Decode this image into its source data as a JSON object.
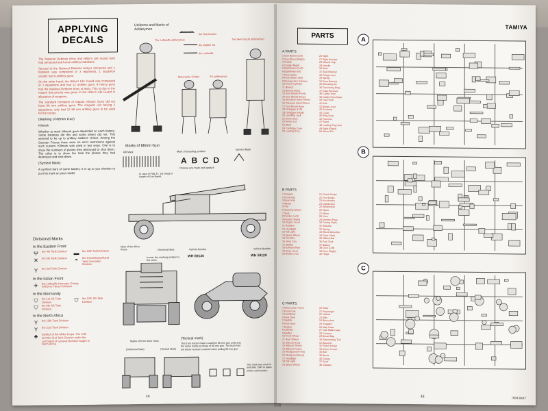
{
  "left_page": {
    "title": "APPLYING DECALS",
    "uniforms_heading": "Uniforms and Marks of Artillerymen",
    "figure_labels": {
      "luftwaffe_artilleryman": "The Luftwaffe artilleryman",
      "reichswehr": "the Reichswehr",
      "waffen_ss": "the Waffen SS",
      "luftwaffe": "the Luftwaffe",
      "wehrmacht": "The Wehrmacht artilleryman",
      "motorcycle_soldier": "Motorcycle Soldier",
      "ss_artilleryman": "SS artilleryman"
    },
    "body_paragraphs": [
      "The National Defense Army and Hitler's Life Guard both had armoured and horse artillery battalions.",
      "Several of the National Defense Army's armoured and 1 battalion was composed of 3 regiments, 1 squadron usually had 4 artillery guns.",
      "On the other hand, the Hitler's Life Guard was composed of 3 squadrons and had 12 artillery guns. 4 heavy guns had the National Defense Army at least. This is due to the reason that priority was given to the Hitler's Life Guard in allocation of weapons.",
      "The standard formation of regular Infantry Guns did not have 88 mm artillery guns. The irregular unit having 3 squadrons, only had 12 88 mm artillery guns to be used for the troops."
    ],
    "marking_heading": "(Marking of 88mm Gun)",
    "marking_sub": "Killmark",
    "marking_paragraphs": [
      "Whether to mark killmark gave depended on each battery. Some batteries did this and some others did not. This seemed to be up to artillery soldiers' choice. Among the German Forces there were no strict restrictions against such custom. Killmark was used in two ways. One is to show the numbers of planes they destroyed or shot down. The other is to show the total the planes they had destroyed and shot down."
    ],
    "symbol_heading": "(Symbol Mark)",
    "symbol_text": "A symbol mark of some battery. It is up to you whether to put this mark on your model.",
    "marks_heading": "Marks of 88mm Gun",
    "kill_mark": "Kill Mark",
    "shooting_pos": "Mark of shooting position",
    "symbol_mark": "Symbol Mark",
    "decal_letters": "A B C D",
    "choose_note": "Choose one mark and apply it.",
    "flak_note": "In case of Flak 37, 1st Decal in length of Gun Barrel.",
    "divisional_marks": "Divisional Marks",
    "africa_corps": "Mark of the Africa Korps",
    "divisional_mark": "Divisional Mark",
    "vehicle_number_1": "Vehicle Number",
    "vehicle_number_2": "Vehicle Number",
    "vehicle_plate_1": "WH-59120",
    "vehicle_plate_2": "WH 59120",
    "rear_note": "In rear, the marking position is the same.",
    "tactical_heading": "(Tactical mark)",
    "tactical_text": "The 8 ton tractor mark is used for 88 mm gun units and the same marks as those of 88 mm gun. The truck had the below numbers marked when pulling 88 mm gun.",
    "marks_8ton": "Marks of 8 ton Semi Track",
    "div_mark_label": "(Divisional Mark)",
    "tac_mark_label": "(Tactical Mark)",
    "decal_note": "This mark was used in and after 1943 in place of the Unit Number.",
    "page_number": "14",
    "fronts": [
      {
        "heading": "In the Eastern Front",
        "rows": [
          {
            "icon": "trident-icon",
            "label": "the 4th Tank Division",
            "icon2": "tank-icon",
            "label2": "the 24th Tank Division"
          },
          {
            "icon": "cross-icon",
            "label": "the 5th Tank Division",
            "icon2": "helmet-icon",
            "label2": "the Grossdeutschland Tank Grenadier Division"
          },
          {
            "icon": "y-icon",
            "label": "the 3rd Tank Division",
            "icon2": "",
            "label2": ""
          }
        ]
      },
      {
        "heading": "In the Italian Front",
        "rows": [
          {
            "icon": "wing-icon",
            "label": "the Luftwaffe Hermann Göring Airborne Panzer Division",
            "icon2": "",
            "label2": ""
          }
        ]
      },
      {
        "heading": "In the Normandy",
        "rows": [
          {
            "icon": "shield-icon",
            "label": "the 1st SS Tank Division",
            "icon2": "shield-icon",
            "label2": "the 12th SS Tank Division"
          },
          {
            "icon": "shield-icon",
            "label": "the 9th SS Tank Division",
            "icon2": "",
            "label2": ""
          }
        ]
      },
      {
        "heading": "In the North Africa",
        "rows": [
          {
            "icon": "y-icon",
            "label": "the 15th Tank Division",
            "icon2": "",
            "label2": ""
          },
          {
            "icon": "y-icon",
            "label": "the 21st Tank Division",
            "icon2": "",
            "label2": ""
          },
          {
            "icon": "palm-icon",
            "label": "Symbol of the Afrika Korps. The 15th and the 21st Tank Division under the command of General Rommel fought in North Africa.",
            "icon2": "",
            "label2": ""
          }
        ]
      }
    ]
  },
  "right_page": {
    "brand": "TAMIYA",
    "parts_heading": "PARTS",
    "sections": [
      {
        "heading": "A PARTS",
        "items": [
          "1 Gun Barrel (Left)",
          "2 Gun Mount (Right)",
          "3 Cradle",
          "4 Cradle (Right)",
          "5 Equilibrator (Left)",
          "6 Equilibrator (R)",
          "7 Fuse Setter",
          "8 Fuse Setter Seat",
          "9 Recuperator Cylinder",
          "10 Recoil Cylinder",
          "11 Breech",
          "12 Breech Block",
          "13 Gun Shield (Front)",
          "14 Gun Shield (Rear)",
          "15 Elevation Hand Wheel",
          "16 Traverse Hand Wheel",
          "17 Gun Mount Base",
          "18 Outrigger (Left)",
          "19 Outrigger (Right)",
          "20 Levelling Jack",
          "21 Ammo Box",
          "22 Ammo Lid",
          "23 Shell",
          "24 Cartridge Case",
          "25 Loading Tray",
          "26 Sight",
          "27 Sight Bracket",
          "28 Muzzle Cap",
          "29 Handle",
          "30 Seat",
          "31 Seat Bracket",
          "32 Firing Lever",
          "33 Spring",
          "34 Rear Bracket",
          "35 Elevating Arc",
          "36 Traversing Ring",
          "37 Data Receiver",
          "38 Cable Drum",
          "39 Cable Drum Base",
          "40 Tow Hook",
          "41 Axle",
          "42 Brake Lever",
          "43 Footstep",
          "44 Cover",
          "45 Ring Gear",
          "46 Trunnion",
          "47 Panel",
          "48 Loading Tray Arm",
          "49 Sight (Right)",
          "50 Mount Pin"
        ]
      },
      {
        "heading": "B PARTS",
        "items": [
          "1 Chassis",
          "2 Front Axle",
          "3 Rear Axle",
          "4 Wheel",
          "5 Tire",
          "6 Steering Wheel",
          "7 Seat",
          "8 Fender (Left)",
          "9 Fender (Right)",
          "10 Engine Hood",
          "11 Radiator",
          "12 Headlight",
          "13 Tail Light",
          "14 Spare Wheel",
          "15 Tool Box",
          "16 Jerry Can",
          "17 Muffler",
          "18 Exhaust Pipe",
          "19 Gear Lever",
          "20 Brake Lever",
          "21 Clutch Pedal",
          "22 Foot Brake",
          "23 Accelerator",
          "24 Dashboard",
          "25 Windshield",
          "26 Wiper",
          "27 Mirror",
          "28 Horn",
          "29 Number Plate",
          "30 Towing Pintle",
          "31 Shackle",
          "32 Spring",
          "33 Shock Absorber",
          "34 Drive Shaft",
          "35 Differential",
          "36 Fuel Tank",
          "37 Battery",
          "38 Door (Left)",
          "39 Door (Right)",
          "40 Hinge"
        ]
      },
      {
        "heading": "C PARTS",
        "items": [
          "1 Motorcycle Frame",
          "2 Front Fork",
          "3 Handlebar",
          "4 Fuel Tank",
          "5 Saddle",
          "6 Rear Seat",
          "7 Engine",
          "8 Cylinder",
          "9 Muffler",
          "10 Front Wheel",
          "11 Rear Wheel",
          "12 Sidecar Body",
          "13 Sidecar Wheel",
          "14 Sidecar Frame",
          "15 Mudguard (Front)",
          "16 Mudguard (Rear)",
          "17 Headlight",
          "18 Tail Light",
          "19 Spare Wheel",
          "20 Rider",
          "21 Passenger",
          "22 Helmet",
          "23 Rifle",
          "24 Binoculars",
          "25 Goggles",
          "26 Map Case",
          "27 Gas Mask Case",
          "28 Canteen",
          "29 Bread Bag",
          "30 Entrenching Tool",
          "31 Bayonet",
          "32 Pistol Holster",
          "33 Ammo Pouch",
          "34 Belt",
          "35 Boots",
          "36 Gloves",
          "37 Scarf",
          "38 Glasses"
        ]
      }
    ],
    "sprue_labels": [
      "A",
      "B",
      "C"
    ],
    "page_number": "15",
    "item_code": "ITEM 35017"
  }
}
